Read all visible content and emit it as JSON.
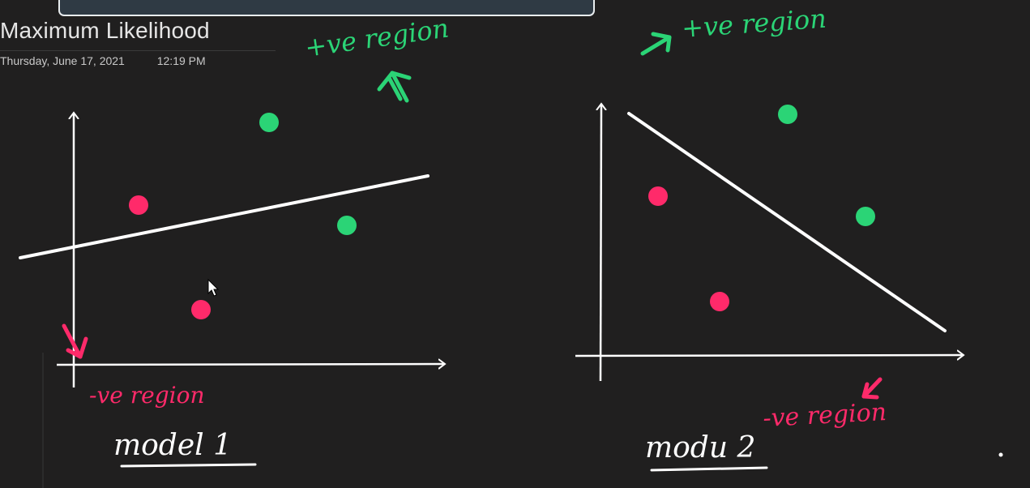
{
  "page": {
    "title": "Maximum Likelihood",
    "date": "Thursday, June 17, 2021",
    "time": "12:19 PM"
  },
  "colors": {
    "background": "#201f1f",
    "positive": "#2bd476",
    "negative": "#ff2a6a",
    "ink": "#ffffff",
    "top_panel": "#2f3a44"
  },
  "annotations": {
    "model1_pos_region": "+ve region",
    "model1_neg_region": "-ve region",
    "model1_label": "model 1",
    "model2_pos_region": "+ve region",
    "model2_neg_region": "-ve region",
    "model2_label": "modu 2"
  },
  "models": [
    {
      "label": "model 1",
      "points": [
        {
          "class": "positive",
          "color": "green"
        },
        {
          "class": "positive",
          "color": "green"
        },
        {
          "class": "negative",
          "color": "red"
        },
        {
          "class": "negative",
          "color": "red"
        }
      ],
      "boundary": "line with slight upward slope"
    },
    {
      "label": "modu 2",
      "points": [
        {
          "class": "positive",
          "color": "green"
        },
        {
          "class": "positive",
          "color": "green"
        },
        {
          "class": "negative",
          "color": "red"
        },
        {
          "class": "negative",
          "color": "red"
        }
      ],
      "boundary": "line with steep downward slope"
    }
  ],
  "cursor": "arrow-pointer-icon"
}
